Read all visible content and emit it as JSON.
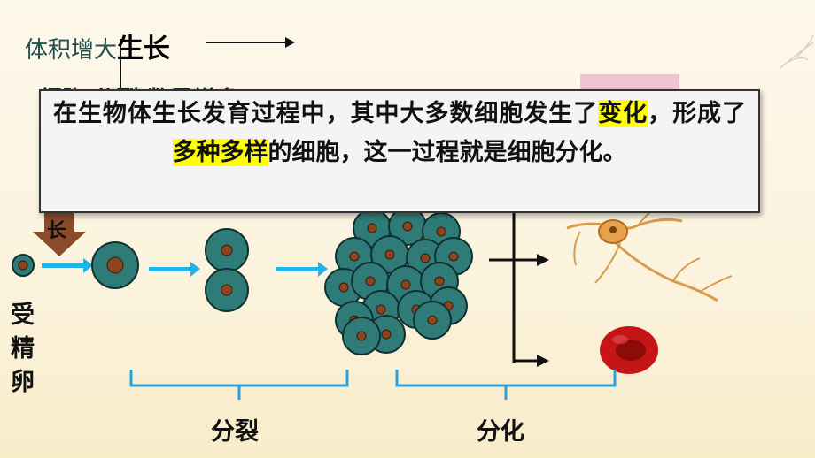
{
  "labels": {
    "growth_prefix": "体积增大",
    "growth_word": "生长",
    "hidden_row": "细胞 分裂 数目增多",
    "zhang": "长",
    "fertilized_egg": "受精卵",
    "division": "分裂",
    "differentiation": "分化"
  },
  "popup": {
    "part1": "在生物体生长发育过程中，其中大多数细胞发生了",
    "hl1": "变化",
    "part2": "，形成了",
    "hl2": "多种多样",
    "part3": "的细胞，这一过程就是细胞分化。"
  },
  "colors": {
    "cell_fill": "#2f7b78",
    "nucleus": "#8a4420",
    "arrow_cyan": "#1fb3e6",
    "bracket": "#2ba0dc",
    "highlight": "#ffff00",
    "down_arrow": "#8a4a2c",
    "red_cell": "#c41616"
  },
  "icons": [
    "neuron-icon",
    "red-blood-cell-icon"
  ]
}
